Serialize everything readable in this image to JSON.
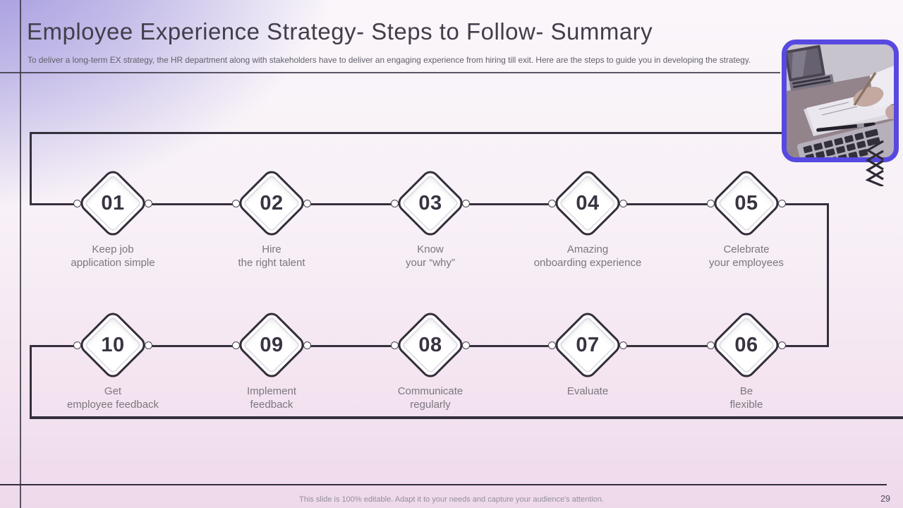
{
  "slide": {
    "title": "Employee Experience Strategy- Steps to Follow- Summary",
    "subtitle": "To deliver a long-term EX strategy, the HR department along with stakeholders have to deliver an engaging experience from hiring till exit. Here are the steps to guide you in developing the strategy.",
    "footer_note": "This slide is 100% editable. Adapt it to your needs and capture your audience's attention.",
    "page_number": "29"
  },
  "diagram": {
    "row1": [
      {
        "number": "01",
        "label1": "Keep job",
        "label2": "application simple"
      },
      {
        "number": "02",
        "label1": "Hire",
        "label2": "the right talent"
      },
      {
        "number": "03",
        "label1": "Know",
        "label2": "your “why”"
      },
      {
        "number": "04",
        "label1": "Amazing",
        "label2": "onboarding experience"
      },
      {
        "number": "05",
        "label1": "Celebrate",
        "label2": "your employees"
      }
    ],
    "row2": [
      {
        "number": "10",
        "label1": "Get",
        "label2": "employee feedback"
      },
      {
        "number": "09",
        "label1": "Implement",
        "label2": "feedback"
      },
      {
        "number": "08",
        "label1": "Communicate",
        "label2": "regularly"
      },
      {
        "number": "07",
        "label1": "Evaluate",
        "label2": ""
      },
      {
        "number": "06",
        "label1": "Be",
        "label2": "flexible"
      }
    ]
  },
  "decor": {
    "photo_description": "Person writing notes on paper between two laptops",
    "chevron_icon": "double-chevron-left",
    "accent_border_color": "#5749e0",
    "line_color": "#35303d"
  }
}
